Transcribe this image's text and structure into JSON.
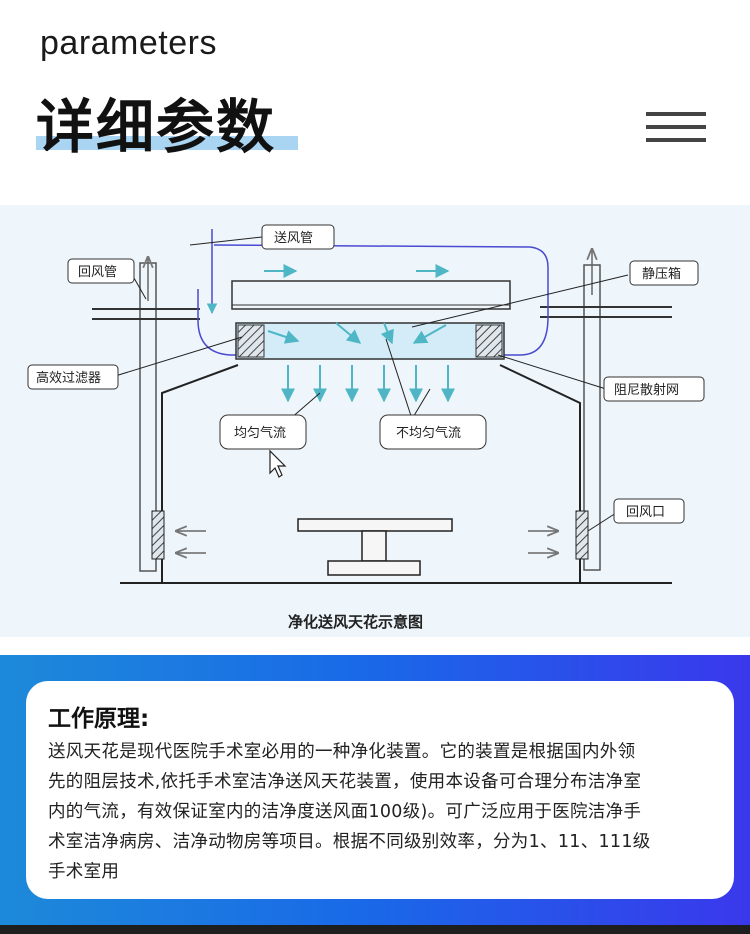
{
  "header": {
    "subtitle": "parameters",
    "title": "详细参数",
    "menu_icon": "hamburger-menu-icon"
  },
  "diagram": {
    "labels": {
      "supply_duct": "送风管",
      "return_duct": "回风管",
      "plenum_box": "静压箱",
      "hepa_filter": "高效过滤器",
      "damping_diffuser": "阻尼散射网",
      "uniform_flow": "均匀气流",
      "nonuniform_flow": "不均匀气流",
      "return_outlet": "回风口"
    },
    "caption": "净化送风天花示意图"
  },
  "info": {
    "title": "工作原理:",
    "lines": [
      "送风天花是现代医院手术室必用的一种净化装置。它的装置是根据国内外领",
      "先的阻层技术,依托手术室洁净送风天花装置，使用本设备可合理分布洁净室",
      "内的气流，有效保证室内的洁净度送风面100级)。可广泛应用于医院洁净手",
      "术室洁净病房、洁净动物房等项目。根据不同级别效率，分为1、11、111级",
      "手术室用"
    ]
  },
  "colors": {
    "accent_light": "#a9d4f2",
    "gradient_start": "#1d8ad9",
    "gradient_end": "#3a38ec",
    "flow_arrow": "#4fb6c6",
    "duct_outline": "#4a4ad0"
  }
}
